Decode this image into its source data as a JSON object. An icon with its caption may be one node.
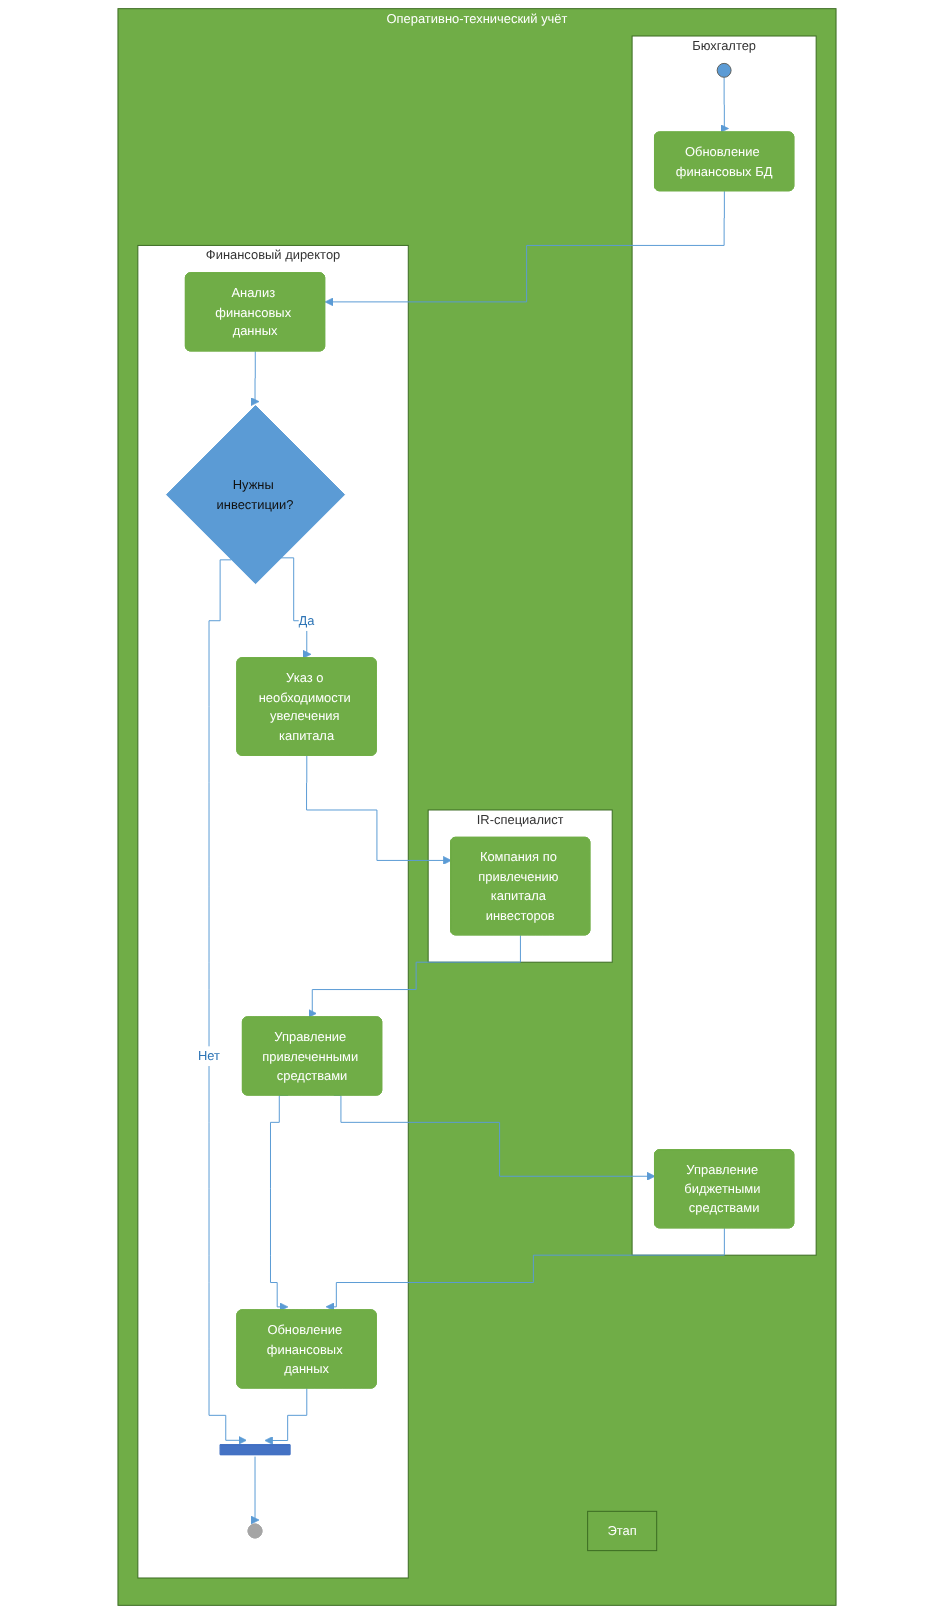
{
  "diagram": {
    "nodes": [
      {
        "text": [
          "Оперативно-технический учёт"
        ]
      },
      {
        "text": [
          "Этап"
        ],
        "in": 0
      },
      {
        "text": [
          "IR-специалист"
        ],
        "in": 0
      },
      {
        "text": [
          "Финансовый директор"
        ],
        "in": 0
      },
      {
        "text": [
          "Бюхгалтер"
        ],
        "in": 0
      },
      {
        "text": [],
        "shape": "circle",
        "in": 4
      },
      {
        "text": [
          "Обновление финансовых БД"
        ],
        "in": 4
      },
      {
        "text": [
          "Анализ финансовых данных"
        ],
        "in": 3
      },
      {
        "text": [
          "Нужны инвестиции?"
        ],
        "in": 3
      },
      {
        "text": [
          "Указ о необходимости увелечения капитала"
        ],
        "in": 3
      },
      {
        "text": [
          "Компания по привлечению капитала инвесторов"
        ],
        "in": 2
      },
      {
        "text": [
          "Управление привлеченными средствами"
        ],
        "in": 3
      },
      {
        "text": [
          "Управление биджетными средствами"
        ],
        "in": 4
      },
      {
        "text": [
          "Обновление финансовых данных"
        ],
        "in": 3
      },
      {
        "text": [],
        "shape": "bar",
        "in": 3
      },
      {
        "text": [],
        "shape": "circle",
        "in": 3
      }
    ],
    "edges": [
      {
        "from": 5,
        "to": 6,
        "arrow": "to"
      },
      {
        "from": 6,
        "to": 7,
        "arrow": "to"
      },
      {
        "from": 7,
        "to": 8,
        "arrow": "to"
      },
      {
        "from": 8,
        "to": 9,
        "arrow": "to",
        "label": "Да"
      },
      {
        "from": 8,
        "to": 14,
        "arrow": "to",
        "label": "Нет"
      },
      {
        "from": 9,
        "to": 10,
        "arrow": "to"
      },
      {
        "from": 10,
        "to": 11,
        "arrow": "to"
      },
      {
        "from": 11,
        "to": 12,
        "arrow": "to"
      },
      {
        "from": 11,
        "to": 13,
        "arrow": "to"
      },
      {
        "from": 12,
        "to": 13,
        "arrow": "to"
      },
      {
        "from": 13,
        "to": 14,
        "arrow": "to"
      },
      {
        "from": 14,
        "to": 15,
        "arrow": "to"
      }
    ]
  }
}
